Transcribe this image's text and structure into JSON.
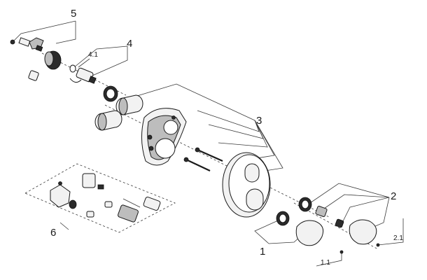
{
  "labels": {
    "part_1": "1",
    "part_1_1": "1.1",
    "part_2": "2",
    "part_2_1": "2.1",
    "part_3": "3",
    "part_4": "4",
    "part_4_1": "4.1",
    "part_5": "5",
    "part_6": "6"
  },
  "colors": {
    "line": "#3a3a3a",
    "dark_part": "#2b2b2b",
    "mid_part": "#bdbdbd",
    "light_part": "#f2f2f2"
  }
}
